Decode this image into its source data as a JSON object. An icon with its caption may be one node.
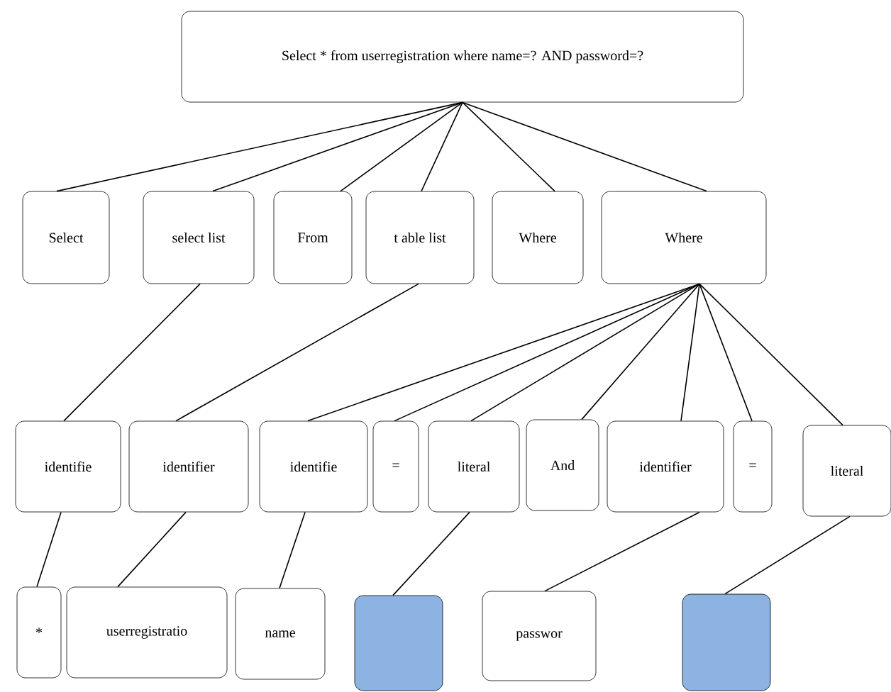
{
  "diagram": {
    "nodes": [
      {
        "text": [
          "Select * from userregistration where name=? AND password=?"
        ]
      },
      {
        "text": [
          "Select"
        ]
      },
      {
        "text": [
          "select list"
        ]
      },
      {
        "text": [
          "From"
        ]
      },
      {
        "text": [
          "t able list"
        ]
      },
      {
        "text": [
          "Where"
        ]
      },
      {
        "text": [
          "Where"
        ]
      },
      {
        "text": [
          "identifie"
        ]
      },
      {
        "text": [
          "identifier"
        ]
      },
      {
        "text": [
          "identifie"
        ]
      },
      {
        "text": [
          "="
        ]
      },
      {
        "text": [
          "literal"
        ]
      },
      {
        "text": [
          "And"
        ]
      },
      {
        "text": [
          "identifier"
        ]
      },
      {
        "text": [
          "="
        ]
      },
      {
        "text": [
          "literal"
        ]
      },
      {
        "text": [
          "*"
        ]
      },
      {
        "text": [
          "userregistratio"
        ]
      },
      {
        "text": [
          "name"
        ]
      },
      {
        "text": [],
        "shape": "box"
      },
      {
        "text": [
          "passwor"
        ]
      },
      {
        "text": [],
        "shape": "box"
      }
    ],
    "edges": [
      {
        "from": 0,
        "to": 1,
        "arrow": "none"
      },
      {
        "from": 0,
        "to": 2,
        "arrow": "none"
      },
      {
        "from": 0,
        "to": 3,
        "arrow": "none"
      },
      {
        "from": 0,
        "to": 4,
        "arrow": "none"
      },
      {
        "from": 0,
        "to": 5,
        "arrow": "none"
      },
      {
        "from": 0,
        "to": 6,
        "arrow": "none"
      },
      {
        "from": 2,
        "to": 7,
        "arrow": "none"
      },
      {
        "from": 4,
        "to": 8,
        "arrow": "none"
      },
      {
        "from": 6,
        "to": 9,
        "arrow": "none"
      },
      {
        "from": 6,
        "to": 10,
        "arrow": "none"
      },
      {
        "from": 6,
        "to": 11,
        "arrow": "none"
      },
      {
        "from": 6,
        "to": 12,
        "arrow": "none"
      },
      {
        "from": 6,
        "to": 13,
        "arrow": "none"
      },
      {
        "from": 6,
        "to": 14,
        "arrow": "none"
      },
      {
        "from": 6,
        "to": 15,
        "arrow": "none"
      },
      {
        "from": 7,
        "to": 16,
        "arrow": "none"
      },
      {
        "from": 8,
        "to": 17,
        "arrow": "none"
      },
      {
        "from": 9,
        "to": 18,
        "arrow": "none"
      },
      {
        "from": 11,
        "to": 19,
        "arrow": "none"
      },
      {
        "from": 13,
        "to": 20,
        "arrow": "none"
      },
      {
        "from": 15,
        "to": 21,
        "arrow": "none"
      }
    ]
  }
}
